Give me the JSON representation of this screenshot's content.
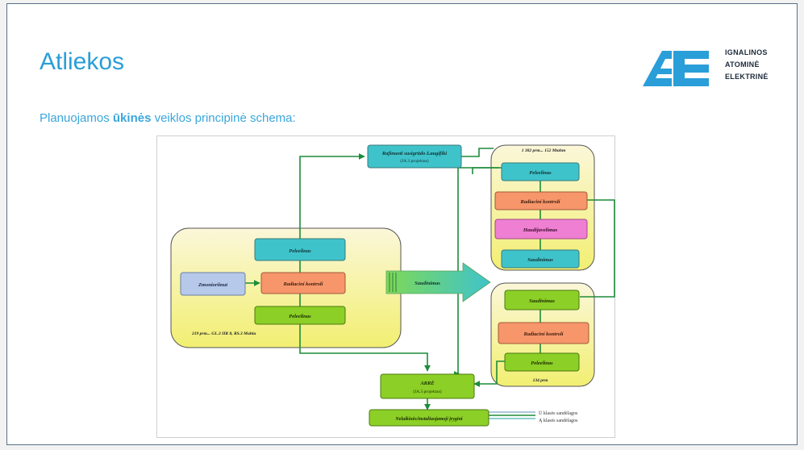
{
  "slide": {
    "title": "Atliekos",
    "subtitle_prefix": "Planuojamos ",
    "subtitle_bold1": "ūkinės",
    "subtitle_mid": " veiklos principinė",
    "subtitle_suffix": " schema:"
  },
  "logo": {
    "mark": "ÆE",
    "line1": "IGNALINOS",
    "line2": "ATOMINĖ",
    "line3": "ELEKTRINĖ",
    "colors": {
      "mark": "#2a9ed8",
      "text": "#1d2b3a"
    }
  },
  "diagram": {
    "top_box": {
      "title": "Rafinuoti susigrūdo ž.augifiki",
      "sub": "(IA.3 projektas)"
    },
    "top_right_label": "1 382 prm... 152 Mtahm",
    "right_top_group": [
      "Peleelinas",
      "Radiaciní kontrolí",
      "Haudijavelimas",
      "Saudinimas"
    ],
    "left_group": {
      "peleelinas": "Peleelinas",
      "zmonioriinut": "Zmonioriinut",
      "radiaciai": "Radiaciní kontrolí",
      "peleelinas2": "Peleelinas",
      "footer": "219 prm... GL.3 IIR 8, RS.3 Mahiu"
    },
    "arrow_label": "Saudinimas",
    "right_bottom_group": [
      "Saudinimas",
      "Radiaciní kontrolí",
      "Peleelinas"
    ],
    "right_bottom_label": "134 prm",
    "bottom_box": {
      "title": "ARRĖ",
      "sub": "(IA.3 projektas)"
    },
    "bottom_last": "Nelaikinės/instaliuojamoji įrygini",
    "legend": [
      "Ū klasės sandėlagos",
      "Ą klasės sandėlagos"
    ],
    "colors": {
      "teal": "#3fc3cb",
      "orange": "#f7966b",
      "pink": "#ef7fd2",
      "green": "#8ccf26",
      "blue": "#b7c9ea",
      "line": "#1d8c3a",
      "panel_top": "#fbf7cf",
      "panel_bottom": "#f2f07a"
    }
  }
}
